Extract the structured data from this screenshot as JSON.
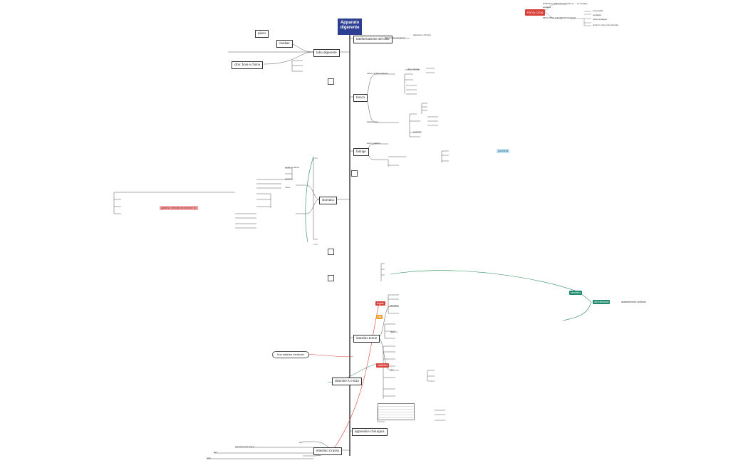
{
  "root": "Apparato digerente",
  "sections": {
    "mastication": "trasformazione del cibo",
    "oral": "bocca",
    "pharynx": "faringe",
    "stomach": "stomaco",
    "small_intestine": "intestino tenue",
    "appendix": "appendice chirurgica",
    "large_intestine": "intestino Crasso"
  },
  "left": {
    "organs": "tubo digerente",
    "piloro": "piloro",
    "cardias": "cardias",
    "ileo": "cibo: bolo e chimo"
  },
  "top_right": {
    "red_box": "PATOLOGIA",
    "lines": [
      "DISFAGIA: difficoltà deglutizione → ca esofago",
      "acalasia",
      "REFLUSSO GASTROESOFAGEO",
      "ernia iatale",
      "esofagite",
      "varici esofagee",
      "sintomi: pirosi retrosternale"
    ]
  },
  "labels": {
    "pancreas_tag": "pancreas",
    "secretina_tag": "secretina",
    "teal_a": "villi intestinali",
    "teal_b": "assorbimento nutrienti",
    "red_small_a": "fegato",
    "red_small_b": "cistifellea",
    "orange_tag": "bile",
    "pink_tag": "gastrina: stimola secrezione HCl",
    "oval_lower": "flora batterica intestinale",
    "box_lower": "vitamine K e B12"
  },
  "texts": {
    "m1": "digestione meccanica",
    "m2": "digestione chimica",
    "m3": "saliva: amilasi salivare",
    "m4": "denti, lingua",
    "m5": "deglutizione",
    "m6": "peristalsi",
    "m7": "succo gastrico",
    "m8": "acido cloridrico",
    "m9": "pepsina",
    "m10": "muco",
    "m11": "duodeno",
    "m12": "digiuno",
    "m13": "ileo",
    "m14": "assorbimento acqua",
    "m15": "feci",
    "m16": "retto",
    "m17": "ano"
  }
}
